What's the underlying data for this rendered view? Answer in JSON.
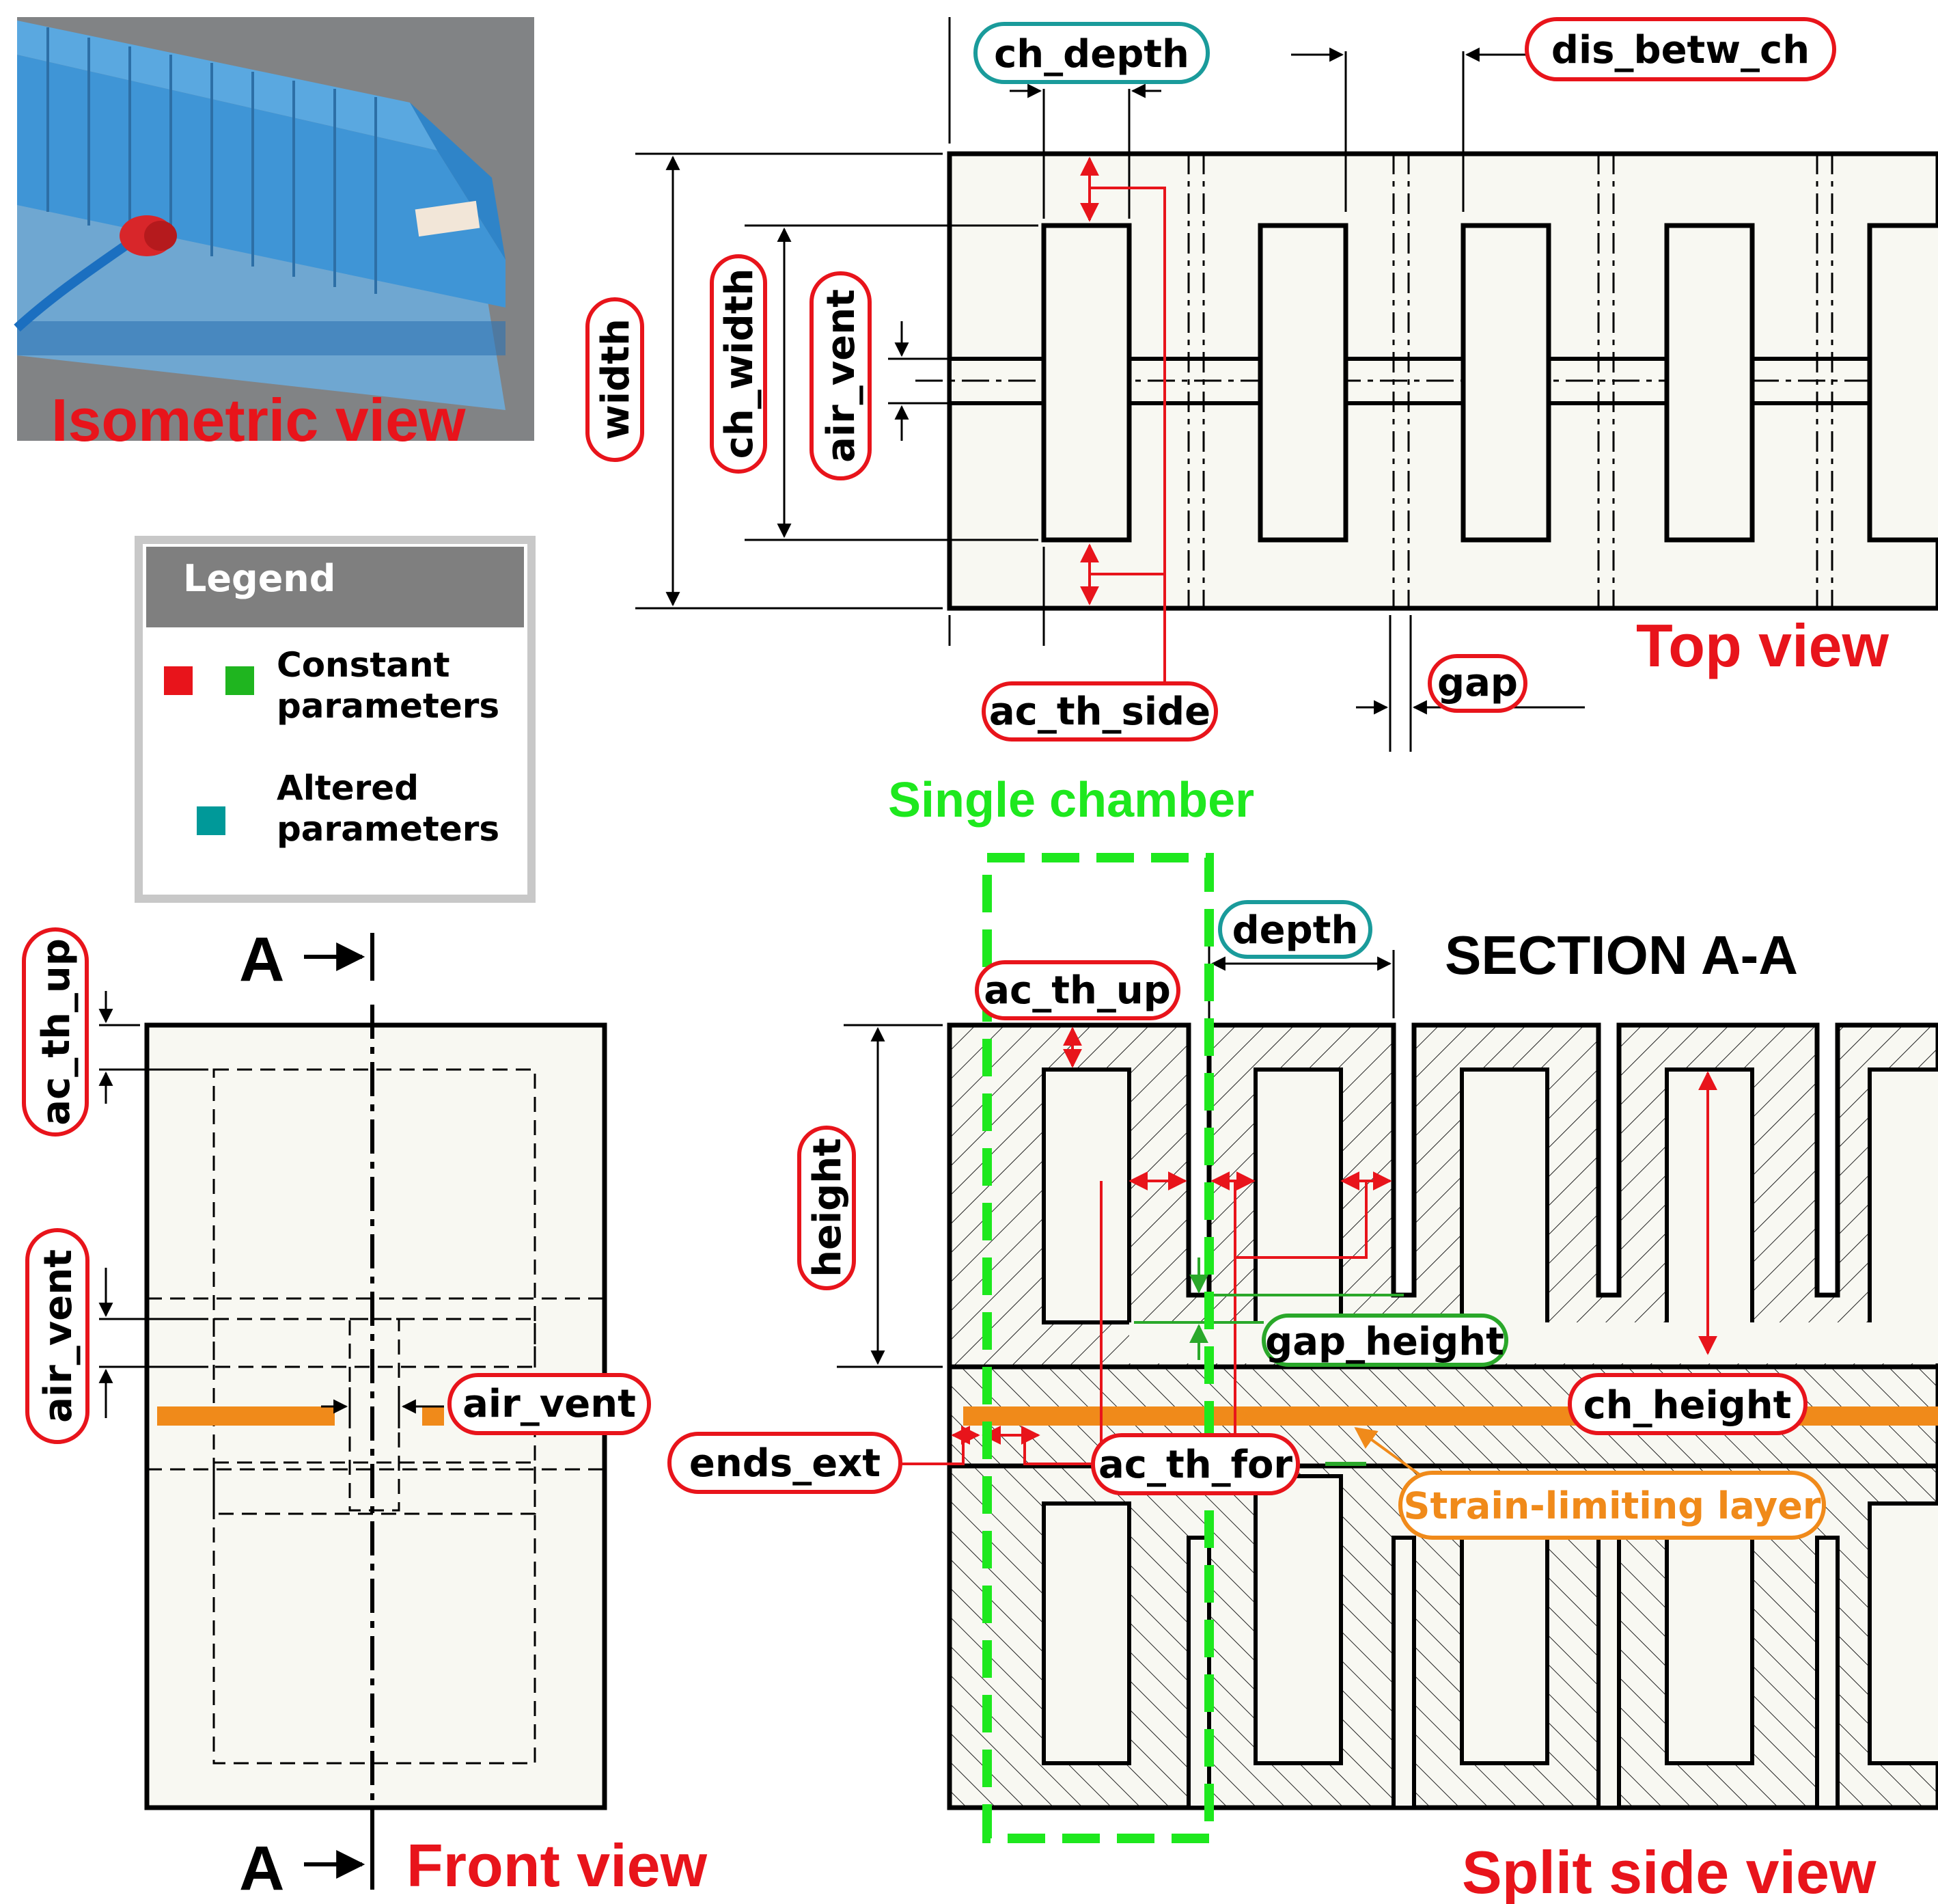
{
  "colors": {
    "constant_red": "#e8141b",
    "constant_green": "#1fb51f",
    "altered_teal": "#009999",
    "label_red": "#e8141b",
    "label_teal": "#1a9b9b",
    "label_green": "#2aa82a",
    "strain_orange": "#f08a1a",
    "dashed_green": "#1ee81e",
    "part_fill": "#f8f8f2",
    "photo_blue": "#3f95d6"
  },
  "views": {
    "isometric": "Isometric view",
    "top": "Top view",
    "front": "Front view",
    "split_side": "Split side view",
    "section": "SECTION A-A",
    "single_chamber": "Single chamber",
    "section_marker": "A"
  },
  "legend": {
    "title": "Legend",
    "constant": [
      "Constant",
      "parameters"
    ],
    "altered": [
      "Altered",
      "parameters"
    ]
  },
  "labels": {
    "ch_depth": "ch_depth",
    "dis_betw_ch": "dis_betw_ch",
    "width": "width",
    "ch_width": "ch_width",
    "air_vent": "air_vent",
    "ac_th_side": "ac_th_side",
    "gap": "gap",
    "ac_th_up": "ac_th_up",
    "depth": "depth",
    "height": "height",
    "gap_height": "gap_height",
    "ch_height": "ch_height",
    "ends_ext": "ends_ext",
    "ac_th_for": "ac_th_for",
    "strain_limiting_layer": "Strain-limiting layer"
  }
}
